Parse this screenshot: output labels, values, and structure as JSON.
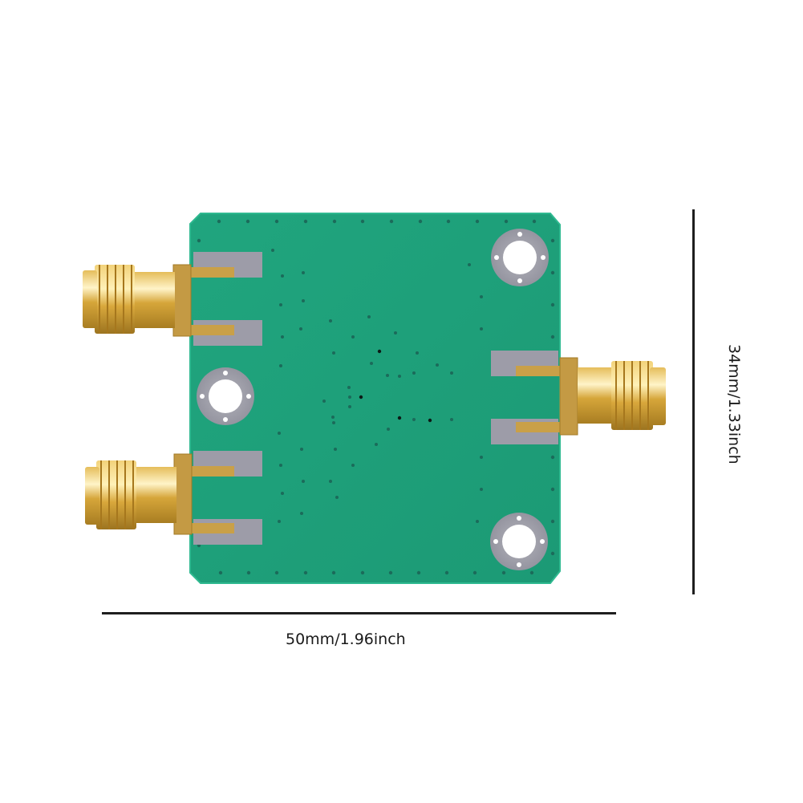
{
  "product": {
    "name": "RF power splitter / combiner PCB module with 3 SMA connectors",
    "colors": {
      "background": "#ffffff",
      "pcb_green": "#1fa37c",
      "pcb_edge": "#27b087",
      "via_dark": "#1b6b5a",
      "pad_silver": "#9a9aa6",
      "gold": "#d4a43a",
      "gold_dark": "#a07820",
      "dimension_line": "#1e1e1e"
    },
    "connectors": [
      {
        "id": "sma-left-top",
        "side": "left"
      },
      {
        "id": "sma-left-bottom",
        "side": "left"
      },
      {
        "id": "sma-right",
        "side": "right"
      }
    ],
    "mounting_holes": 3
  },
  "dimensions": {
    "width_label": "50mm/1.96inch",
    "height_label": "34mm/1.33inch"
  }
}
